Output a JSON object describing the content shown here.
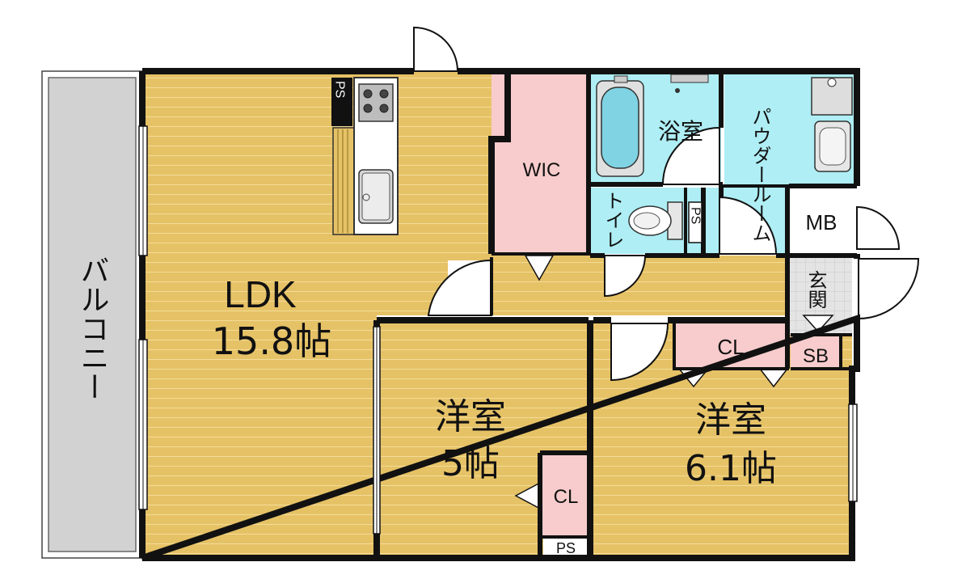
{
  "labels": {
    "balcony": "バルコニー",
    "ldk": "LDK",
    "ldk_size": "15.8帖",
    "wic": "WIC",
    "bath": "浴室",
    "powder": "パウダールーム",
    "toilet": "トイレ",
    "mb": "MB",
    "entrance": "玄関",
    "sb": "SB",
    "cl_upper": "CL",
    "cl_small": "CL",
    "room5": "洋室",
    "room5_size": "5帖",
    "room6": "洋室",
    "room6_size": "6.1帖",
    "ps_kitchen": "PS",
    "ps_toilet": "PS",
    "ps_bottom": "PS"
  },
  "colors": {
    "floor_wood": "#e6c266",
    "floor_wood_line": "#f3dc98",
    "wet_area": "#aeeef4",
    "closet": "#f8cccc",
    "balcony": "#d2d2d2",
    "wall": "#111111",
    "entrance_tile": "#e4e4e4"
  }
}
